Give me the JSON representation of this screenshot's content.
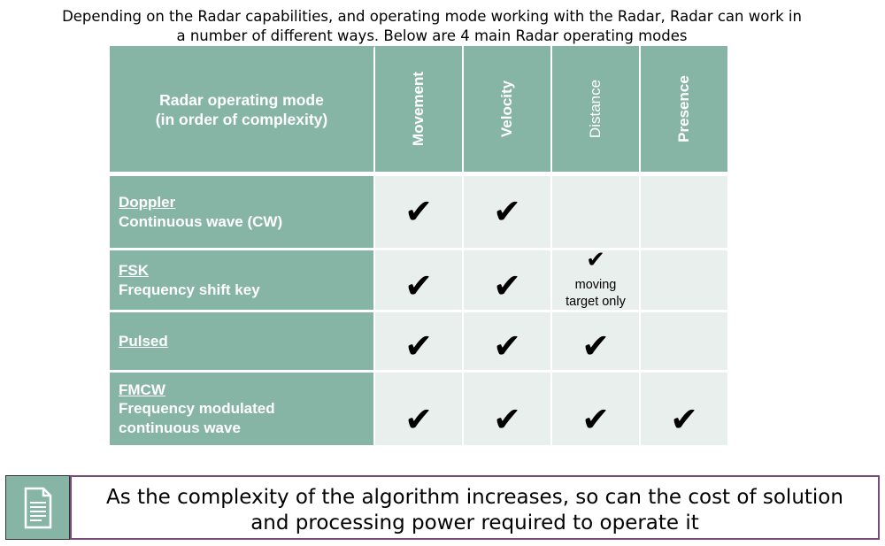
{
  "intro": {
    "line1": "Depending on the Radar capabilities, and operating mode working with the Radar, Radar can work in",
    "line2": "a number of different ways. Below are 4 main Radar operating modes"
  },
  "table": {
    "header_mode_line1": "Radar operating mode",
    "header_mode_line2": "(in order of complexity)",
    "capabilities": [
      "Movement",
      "Velocity",
      "Distance",
      "Presence"
    ],
    "rows": [
      {
        "name": "Doppler",
        "desc1": "Continuous wave (CW)",
        "desc2": "",
        "checks": [
          true,
          true,
          false,
          false
        ]
      },
      {
        "name": "FSK",
        "desc1": "Frequency shift key",
        "desc2": "",
        "checks": [
          true,
          true,
          true,
          false
        ],
        "distance_note_line1": "moving",
        "distance_note_line2": "target only"
      },
      {
        "name": "Pulsed",
        "desc1": "",
        "desc2": "",
        "checks": [
          true,
          true,
          true,
          false
        ]
      },
      {
        "name": "FMCW",
        "desc1": "Frequency modulated",
        "desc2": "continuous wave",
        "checks": [
          true,
          true,
          true,
          true
        ]
      }
    ],
    "check_glyph": "✔",
    "colors": {
      "header": "#87b5a5",
      "cell": "#e9efed"
    }
  },
  "footer": {
    "icon": "document-icon",
    "line1": "As the complexity of the algorithm increases, so can the cost of solution",
    "line2": "and processing power required to operate it"
  }
}
